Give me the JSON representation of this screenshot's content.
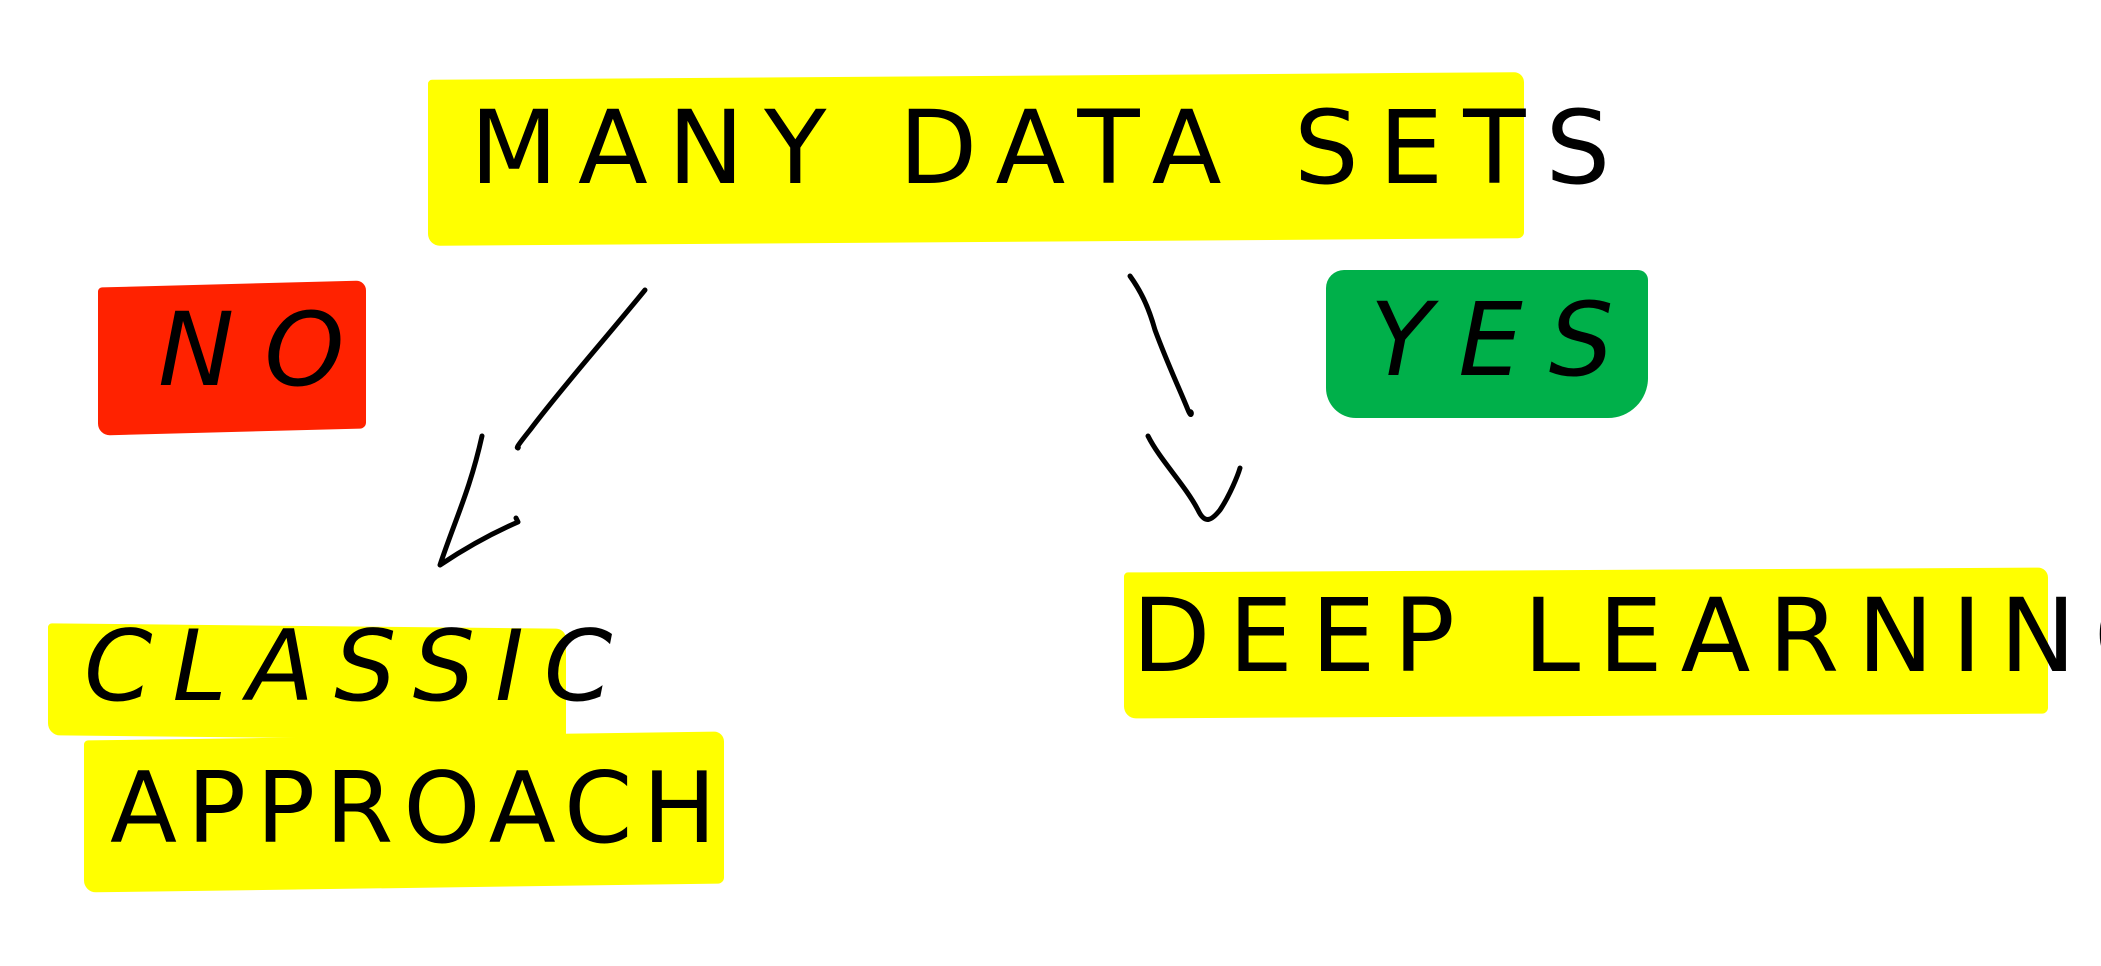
{
  "diagram": {
    "top_node": {
      "label": "MANY DATA SETS"
    },
    "no_branch": {
      "label": "NO"
    },
    "yes_branch": {
      "label": "YES"
    },
    "left_node": {
      "line1": "CLASSIC",
      "line2": "APPROACH"
    },
    "right_node": {
      "label": "DEEP LEARNING"
    }
  },
  "colors": {
    "highlight_yellow": "#ffff00",
    "no_red": "#ff2200",
    "yes_green": "#00b04a",
    "ink": "#000000"
  }
}
